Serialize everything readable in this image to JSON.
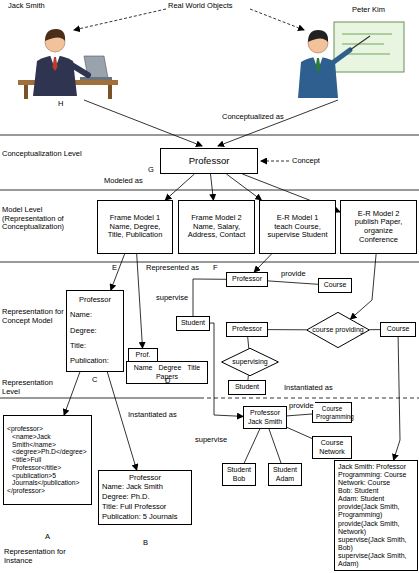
{
  "diagram": {
    "nodes": [
      {
        "text": [
          "Professor"
        ]
      },
      {
        "text": [
          "Frame Model 1",
          "Name, Degree, Title, Publication"
        ]
      },
      {
        "text": [
          "Frame Model 2",
          "Name, Salary, Address, Contact"
        ]
      },
      {
        "text": [
          "E-R Model 1",
          "teach Course, supervise Student"
        ]
      },
      {
        "text": [
          "E-R Model 2",
          "publish Paper, organize Conference"
        ]
      },
      {
        "text": [
          "Professor",
          "Name:",
          "Degree:",
          "Title:",
          "Publication:"
        ]
      },
      {
        "text": [
          "Prof."
        ]
      },
      {
        "text": [
          "Name Degree Title Papers"
        ]
      },
      {
        "text": [
          "Professor"
        ]
      },
      {
        "text": [
          "Course"
        ]
      },
      {
        "text": [
          "Student"
        ]
      },
      {
        "text": [
          "Professor"
        ]
      },
      {
        "text": [
          "course providing"
        ]
      },
      {
        "text": [
          "Course"
        ]
      },
      {
        "text": [
          "supervising"
        ]
      },
      {
        "text": [
          "Student"
        ]
      },
      {
        "text": [
          "<professor>",
          "<name>Jack Smith</name>",
          "<degree>Ph.D</degree>",
          "<title>Full Professor</title>",
          "<publication>5 Journals</publication>",
          "</professor>"
        ]
      },
      {
        "text": [
          "Professor",
          "Name: Jack Smith",
          "Degree: Ph.D.",
          "Title: Full Professor",
          "Publication: 5 Journals"
        ]
      },
      {
        "text": [
          "Professor Jack Smith"
        ]
      },
      {
        "text": [
          "Course Programming"
        ]
      },
      {
        "text": [
          "Course Network"
        ]
      },
      {
        "text": [
          "Student Bob"
        ]
      },
      {
        "text": [
          "Student Adam"
        ]
      },
      {
        "text": [
          "Jack Smith: Professor",
          "Programming: Course",
          "Network: Course",
          "Bob: Student",
          "Adam: Student",
          "provide(Jack Smith, Programming)",
          "provide(Jack Smith, Network)",
          "supervise(Jack Smith, Bob)",
          "supervise(Jack Smith, Adam)"
        ]
      }
    ],
    "edges": [
      {
        "from": 0,
        "to": 1,
        "arrow": "to"
      },
      {
        "from": 0,
        "to": 2,
        "arrow": "to"
      },
      {
        "from": 0,
        "to": 3,
        "arrow": "to"
      },
      {
        "from": 0,
        "to": 4,
        "arrow": "to"
      },
      {
        "from": 1,
        "to": 5,
        "arrow": "to"
      },
      {
        "from": 1,
        "to": 6,
        "arrow": "to"
      },
      {
        "from": 3,
        "to": 8,
        "arrow": "to"
      },
      {
        "from": 4,
        "to": 12,
        "arrow": "to"
      },
      {
        "from": 8,
        "to": 9,
        "label": "provide",
        "arrow": "none"
      },
      {
        "from": 8,
        "to": 10,
        "label": "supervise",
        "arrow": "none"
      },
      {
        "from": 11,
        "to": 12,
        "arrow": "none"
      },
      {
        "from": 12,
        "to": 13,
        "arrow": "none"
      },
      {
        "from": 11,
        "to": 14,
        "arrow": "none"
      },
      {
        "from": 14,
        "to": 15,
        "arrow": "none"
      },
      {
        "from": 5,
        "to": 16,
        "arrow": "to"
      },
      {
        "from": 5,
        "to": 17,
        "arrow": "to"
      },
      {
        "from": 10,
        "to": 18,
        "arrow": "to"
      },
      {
        "from": 13,
        "to": 23,
        "arrow": "to"
      },
      {
        "from": 18,
        "to": 19,
        "label": "provide",
        "arrow": "none"
      },
      {
        "from": 18,
        "to": 20,
        "arrow": "none"
      },
      {
        "from": 18,
        "to": 21,
        "label": "supervise",
        "arrow": "none"
      },
      {
        "from": 18,
        "to": 22,
        "arrow": "none"
      }
    ],
    "labels": [
      "Jack Smith",
      "Real World Objects",
      "Peter Kim",
      "H",
      "Conceptualized as",
      "Conceptualization Level",
      "G",
      "Concept",
      "Modeled as",
      "Model Level (Representation of Conceptualization)",
      "E",
      "F",
      "Represented as",
      "Representation for Concept Model",
      "C",
      "D",
      "Instantiated as",
      "Representation Level",
      "Instantiated as",
      "Representation for Instance",
      "A",
      "B"
    ]
  }
}
